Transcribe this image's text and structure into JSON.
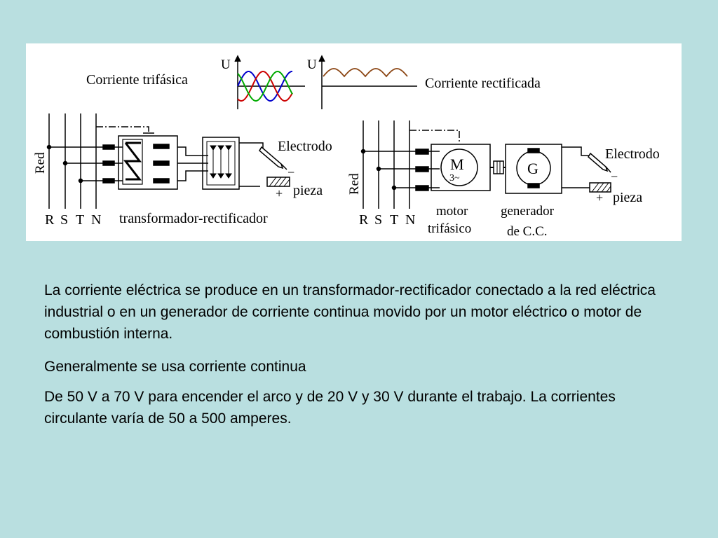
{
  "diagram": {
    "label_trifasica": "Corriente trifásica",
    "label_rectificada": "Corriente rectificada",
    "axis_u": "U",
    "wave_colors": [
      "#0000cc",
      "#cc0000",
      "#00aa00"
    ],
    "rectified_color": "#8b4513",
    "left": {
      "red_label": "Red",
      "phases": [
        "R",
        "S",
        "T",
        "N"
      ],
      "electrodo": "Electrodo",
      "pieza": "pieza",
      "minus": "−",
      "plus": "+",
      "caption": "transformador-rectificador"
    },
    "right": {
      "red_label": "Red",
      "phases": [
        "R",
        "S",
        "T",
        "N"
      ],
      "motor_symbol": "M",
      "motor_phase": "3~",
      "generator_symbol": "G",
      "electrodo": "Electrodo",
      "pieza": "pieza",
      "minus": "−",
      "plus": "+",
      "motor_caption_1": "motor",
      "motor_caption_2": "trifásico",
      "generator_caption_1": "generador",
      "generator_caption_2": "de C.C."
    }
  },
  "text": {
    "paragraph_1": "La corriente eléctrica se produce en un transformador-rectificador conectado a la red eléctrica industrial o en un generador de corriente continua movido por un motor eléctrico o motor de combustión interna.",
    "paragraph_2": "Generalmente se usa corriente continua",
    "paragraph_3": "De 50 V a 70 V para encender el arco y de 20 V y 30 V durante el trabajo.  La corrientes circulante varía de 50 a 500 amperes."
  }
}
